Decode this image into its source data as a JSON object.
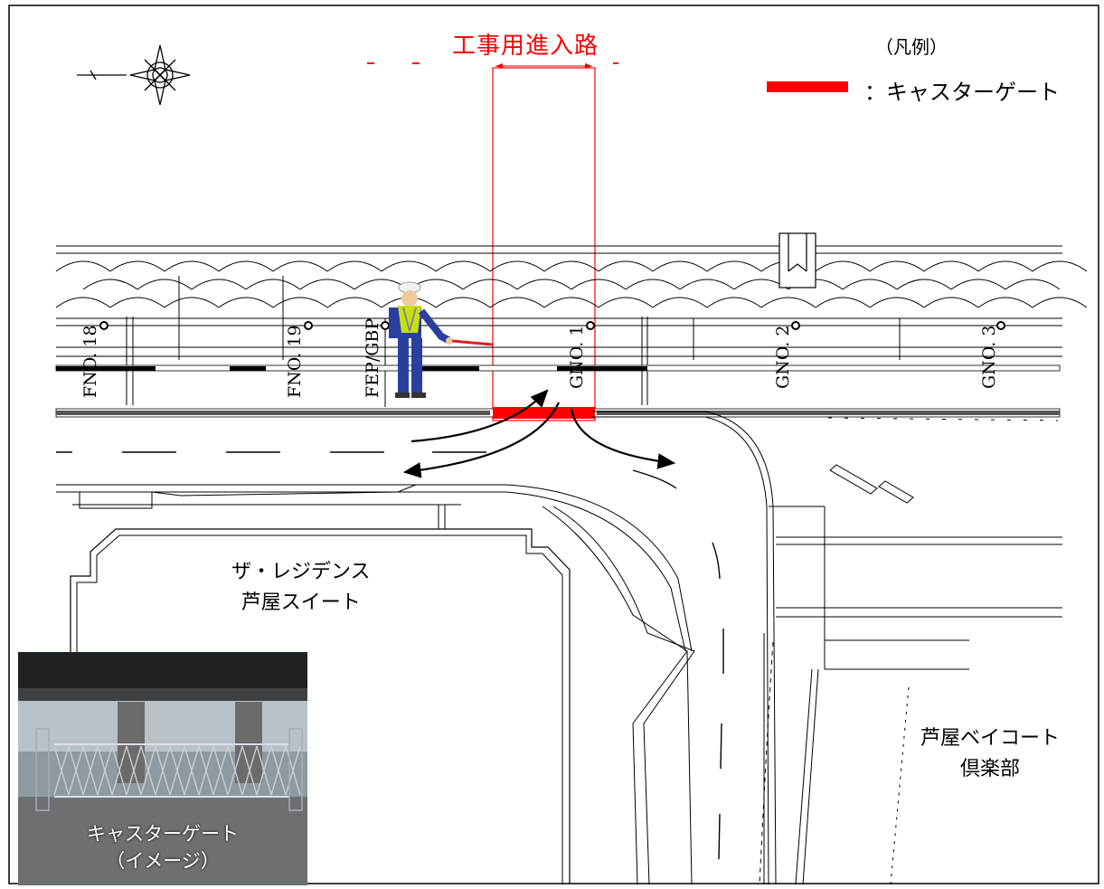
{
  "map": {
    "title": "工事用進入路",
    "legend": {
      "heading": "（凡例）",
      "swatch_color": "#ff0000",
      "item_label": "：キャスターゲート"
    },
    "places": {
      "residence_line1": "ザ・レジデンス",
      "residence_line2": "芦屋スイート",
      "bay_line1": "芦屋ベイコート",
      "bay_line2": "倶楽部"
    },
    "poles": [
      "FNO. 18",
      "FNO. 19",
      "FEP/GBP",
      "GNO. 1",
      "GNO. 2",
      "GNO. 3"
    ],
    "photo": {
      "caption_line1": "キャスターゲート",
      "caption_line2": "（イメージ）"
    },
    "icons": [
      "north-arrow-icon",
      "flagman-icon"
    ],
    "accent_color": "#ff0000"
  }
}
